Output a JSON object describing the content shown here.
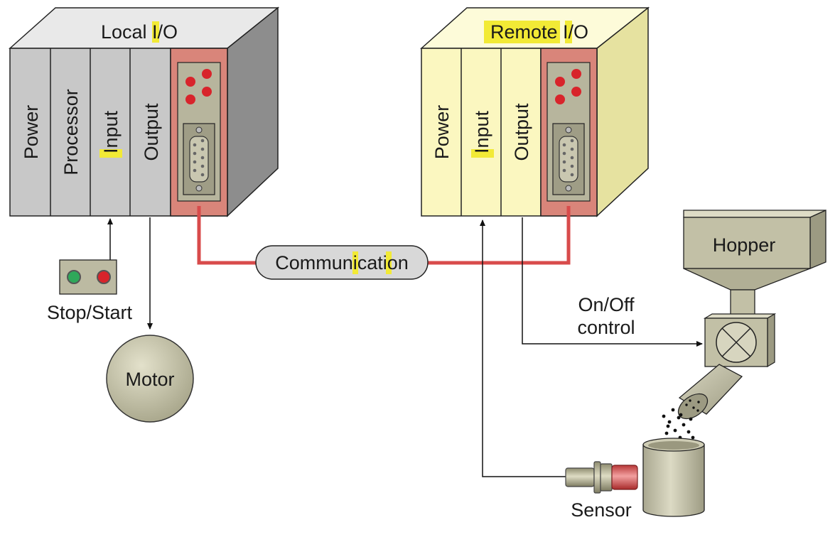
{
  "local_io": {
    "title": "Local I/O",
    "modules": [
      "Power",
      "Processor",
      "Input",
      "Output"
    ]
  },
  "remote_io": {
    "title": "Remote I/O",
    "modules": [
      "Power",
      "Input",
      "Output"
    ]
  },
  "communication": {
    "label": "Communication"
  },
  "stop_start": {
    "label": "Stop/Start"
  },
  "motor": {
    "label": "Motor"
  },
  "hopper": {
    "label": "Hopper"
  },
  "onoff": {
    "line1": "On/Off",
    "line2": "control"
  },
  "sensor": {
    "label": "Sensor"
  },
  "colors": {
    "local_body": "#c8c8c8",
    "remote_body": "#fbf7c0",
    "comm_module": "#d9857a",
    "comm_cable": "#d84b4b",
    "led": "#d8242b",
    "highlight": "#f2ea36",
    "equipment": "#c2c0a6"
  }
}
